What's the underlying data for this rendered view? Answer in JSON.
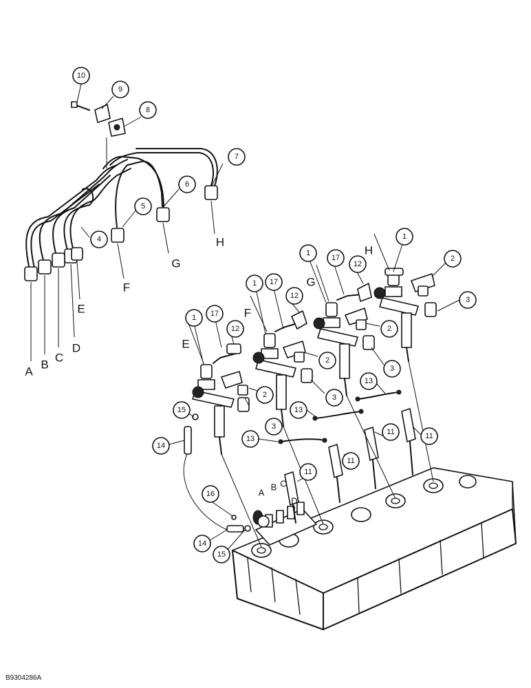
{
  "document_id": "B9304286A",
  "line_letters": [
    "A",
    "B",
    "C",
    "D",
    "E",
    "F",
    "G",
    "H"
  ],
  "callouts": [
    "1",
    "2",
    "3",
    "4",
    "5",
    "6",
    "7",
    "8",
    "9",
    "10",
    "11",
    "12",
    "13",
    "14",
    "15",
    "16",
    "17"
  ]
}
